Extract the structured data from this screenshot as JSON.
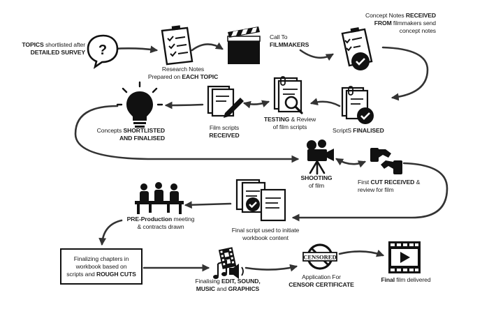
{
  "labels": {
    "topics": {
      "b1": "TOPICS",
      "t1": " shortlisted after",
      "b2": "DETAILED SURVEY"
    },
    "research": {
      "t1": "Research Notes",
      "t2": "Prepared on ",
      "b1": "EACH TOPIC"
    },
    "call": {
      "t1": "Call To",
      "b1": "FILMMAKERS"
    },
    "concept_received": {
      "t1": "Concept Notes ",
      "b1": "RECEIVED",
      "b2": "FROM",
      "t2": " filmmakers send",
      "t3": "concept notes"
    },
    "concepts": {
      "t1": "Concepts ",
      "b1": "SHORTLISTED",
      "b2": "AND FINALISED"
    },
    "film_scripts": {
      "t1": "Film scripts",
      "b1": "RECEIVED"
    },
    "testing": {
      "b1": "TESTING",
      "t1": " & Review",
      "t2": "of film scripts"
    },
    "scripts_final": {
      "t1": "ScriptS ",
      "b1": "FINALISED"
    },
    "shooting": {
      "b1": "SHOOTING",
      "t1": "of film"
    },
    "first_cut": {
      "t1": "First ",
      "b1": "CUT RECEIVED",
      "t2": " &",
      "t3": "review for film"
    },
    "pre_production": {
      "b1": "PRE-Production",
      "t1": " meeting",
      "t2": "& contracts drawn"
    },
    "final_script": {
      "t1": "Final script used to initiate",
      "t2": "workbook content"
    },
    "chapters": {
      "t1": "Finalizing chapters in",
      "t2": "workbook based on",
      "t3": "scripts and ",
      "b1": "ROUGH CUTS"
    },
    "finalising": {
      "t1": "Finalising ",
      "b1": "EDIT, SOUND,",
      "b2": "MUSIC",
      "t2": " and ",
      "b3": "GRAPHICS"
    },
    "censor": {
      "t1": "Application For",
      "b1": "CENSOR CERTIFICATE"
    },
    "final_film": {
      "b1": "Final",
      "t1": " film delivered"
    }
  },
  "icons": {
    "censored_stamp": "CENSORED",
    "question_bubble": "?"
  },
  "colors": {
    "ink": "#1a1a1a",
    "line": "#333333",
    "icon_gray": "#cccccc"
  }
}
